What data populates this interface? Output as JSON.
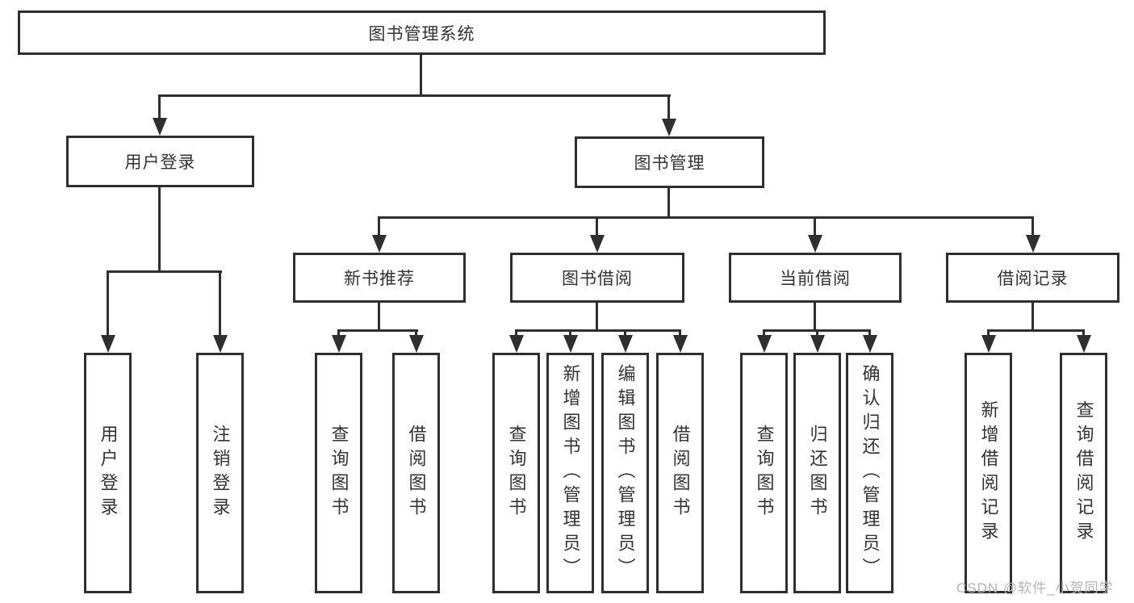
{
  "tree": {
    "root": "图书管理系统",
    "user_login": {
      "label": "用户登录",
      "children": [
        "用户登录",
        "注销登录"
      ]
    },
    "book_mgmt": {
      "label": "图书管理",
      "sections": [
        {
          "label": "新书推荐",
          "children": [
            "查询图书",
            "借阅图书"
          ]
        },
        {
          "label": "图书借阅",
          "children": [
            "查询图书",
            "新增图书（管理员）",
            "编辑图书（管理员）",
            "借阅图书"
          ]
        },
        {
          "label": "当前借阅",
          "children": [
            "查询图书",
            "归还图书",
            "确认归还（管理员）"
          ]
        },
        {
          "label": "借阅记录",
          "children": [
            "新增借阅记录",
            "查询借阅记录"
          ]
        }
      ]
    }
  },
  "watermark": "CSDN @软件_小贺同学",
  "colors": {
    "line": "#2f2f2f",
    "text": "#333333",
    "watermark": "#b4b4b4",
    "background": "#ffffff"
  }
}
